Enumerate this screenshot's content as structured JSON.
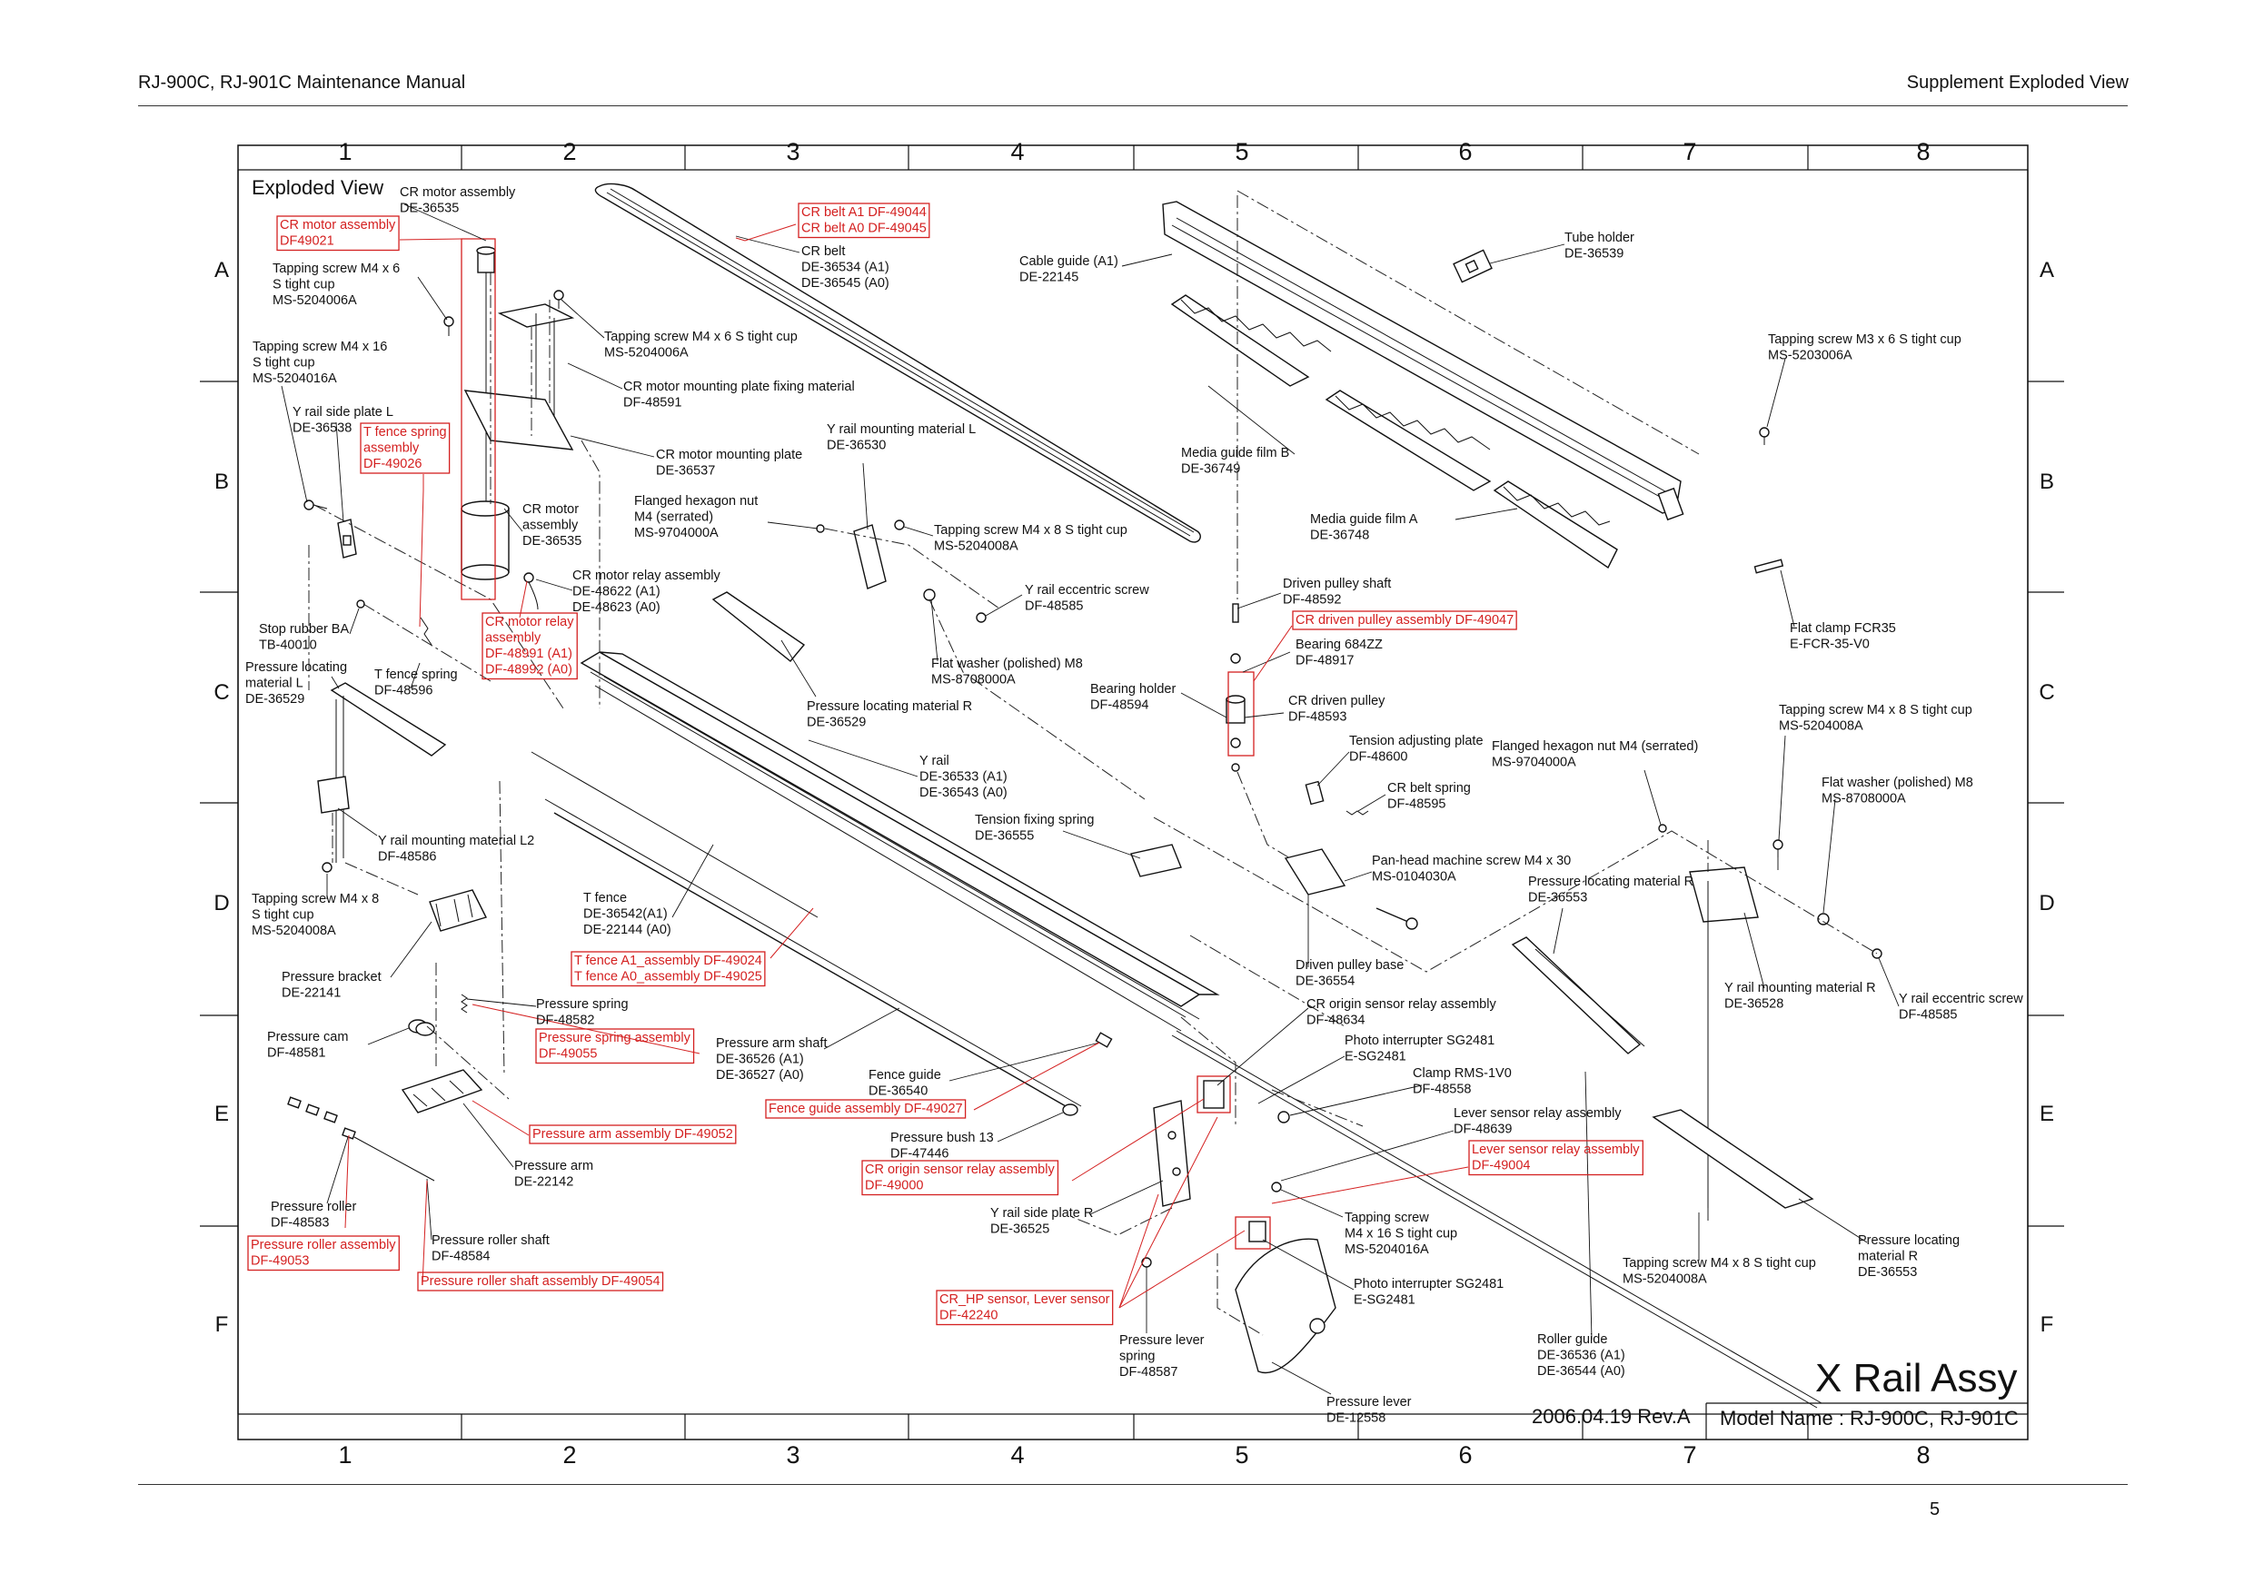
{
  "header": {
    "left": "RJ-900C, RJ-901C Maintenance Manual",
    "right": "Supplement    Exploded View"
  },
  "page_number": "5",
  "grid": {
    "columns": [
      "1",
      "2",
      "3",
      "4",
      "5",
      "6",
      "7",
      "8"
    ],
    "rows": [
      "A",
      "B",
      "C",
      "D",
      "E",
      "F"
    ]
  },
  "diagram": {
    "section_title": "Exploded View",
    "assembly_title": "X Rail Assy",
    "date_rev": "2006.04.19 Rev.A",
    "model_name": "Model Name : RJ-900C, RJ-901C"
  },
  "colors": {
    "highlight": "#d42020",
    "line": "#111111"
  },
  "labels": [
    {
      "id": "cr-motor-assembly-top",
      "lines": [
        "CR motor assembly",
        "DE-36535"
      ]
    },
    {
      "id": "tapping-m4x6-a",
      "lines": [
        "Tapping screw M4 x 6",
        "S tight cup",
        "MS-5204006A"
      ]
    },
    {
      "id": "tapping-m4x16-a",
      "lines": [
        "Tapping screw M4 x 16",
        "S tight cup",
        "MS-5204016A"
      ]
    },
    {
      "id": "y-rail-side-plate-l",
      "lines": [
        "Y rail side plate L",
        "DE-36538"
      ]
    },
    {
      "id": "tapping-m4x6-b",
      "lines": [
        "Tapping screw M4 x 6 S tight cup",
        "MS-5204006A"
      ]
    },
    {
      "id": "cr-belt",
      "lines": [
        "CR belt",
        "DE-36534 (A1)",
        "DE-36545 (A0)"
      ]
    },
    {
      "id": "cr-motor-fixing",
      "lines": [
        "CR motor mounting plate fixing material",
        "DF-48591"
      ]
    },
    {
      "id": "cr-motor-plate",
      "lines": [
        "CR motor mounting plate",
        "DE-36537"
      ]
    },
    {
      "id": "cr-motor-assembly-mid",
      "lines": [
        "CR motor",
        "assembly",
        "DE-36535"
      ]
    },
    {
      "id": "cr-motor-relay",
      "lines": [
        "CR motor relay assembly",
        "DE-48622 (A1)",
        "DE-48623 (A0)"
      ]
    },
    {
      "id": "stop-rubber",
      "lines": [
        "Stop rubber BA",
        "TB-40010"
      ]
    },
    {
      "id": "pressure-locating-l",
      "lines": [
        "Pressure locating",
        "material L",
        "DE-36529"
      ]
    },
    {
      "id": "t-fence-spring",
      "lines": [
        "T fence spring",
        "DF-48596"
      ]
    },
    {
      "id": "y-rail-mounting-l2",
      "lines": [
        "Y rail mounting material L2",
        "DF-48586"
      ]
    },
    {
      "id": "tapping-m4x8-a",
      "lines": [
        "Tapping screw M4 x 8",
        "S tight cup",
        "MS-5204008A"
      ]
    },
    {
      "id": "pressure-bracket",
      "lines": [
        "Pressure bracket",
        "DE-22141"
      ]
    },
    {
      "id": "pressure-spring",
      "lines": [
        "Pressure spring",
        "DF-48582"
      ]
    },
    {
      "id": "pressure-cam",
      "lines": [
        "Pressure cam",
        "DF-48581"
      ]
    },
    {
      "id": "pressure-arm",
      "lines": [
        "Pressure arm",
        "DE-22142"
      ]
    },
    {
      "id": "pressure-roller",
      "lines": [
        "Pressure roller",
        "DF-48583"
      ]
    },
    {
      "id": "pressure-roller-shaft",
      "lines": [
        "Pressure roller shaft",
        "DF-48584"
      ]
    },
    {
      "id": "t-fence",
      "lines": [
        "T fence",
        "DE-36542(A1)",
        "DE-22144 (A0)"
      ]
    },
    {
      "id": "y-rail-mounting-l",
      "lines": [
        "Y rail mounting material L",
        "DE-36530"
      ]
    },
    {
      "id": "flanged-nut-a",
      "lines": [
        "Flanged hexagon nut",
        "M4 (serrated)",
        "MS-9704000A"
      ]
    },
    {
      "id": "tapping-m4x8-b",
      "lines": [
        "Tapping screw M4 x 8 S tight cup",
        "MS-5204008A"
      ]
    },
    {
      "id": "y-rail-eccentric-a",
      "lines": [
        "Y rail eccentric screw",
        "DF-48585"
      ]
    },
    {
      "id": "flat-washer-a",
      "lines": [
        "Flat washer (polished) M8",
        "MS-8708000A"
      ]
    },
    {
      "id": "pressure-locating-r-a",
      "lines": [
        "Pressure locating material R",
        "DE-36529"
      ]
    },
    {
      "id": "y-rail",
      "lines": [
        "Y rail",
        "DE-36533 (A1)",
        "DE-36543 (A0)"
      ]
    },
    {
      "id": "tension-fixing-spring",
      "lines": [
        "Tension fixing spring",
        "DE-36555"
      ]
    },
    {
      "id": "pressure-arm-shaft",
      "lines": [
        "Pressure arm shaft",
        "DE-36526 (A1)",
        "DE-36527 (A0)"
      ]
    },
    {
      "id": "fence-guide",
      "lines": [
        "Fence guide",
        "DE-36540"
      ]
    },
    {
      "id": "pressure-bush",
      "lines": [
        "Pressure bush 13",
        "DF-47446"
      ]
    },
    {
      "id": "y-rail-side-plate-r",
      "lines": [
        "Y rail side plate R",
        "DE-36525"
      ]
    },
    {
      "id": "pressure-lever-spring",
      "lines": [
        "Pressure lever",
        "spring",
        "DF-48587"
      ]
    },
    {
      "id": "pressure-lever",
      "lines": [
        "Pressure lever",
        "DE-12558"
      ]
    },
    {
      "id": "cable-guide",
      "lines": [
        "Cable guide (A1)",
        "DE-22145"
      ]
    },
    {
      "id": "media-guide-b",
      "lines": [
        "Media guide film B",
        "DE-36749"
      ]
    },
    {
      "id": "media-guide-a",
      "lines": [
        "Media guide film A",
        "DE-36748"
      ]
    },
    {
      "id": "driven-pulley-shaft",
      "lines": [
        "Driven pulley shaft",
        "DF-48592"
      ]
    },
    {
      "id": "bearing",
      "lines": [
        "Bearing 684ZZ",
        "DF-48917"
      ]
    },
    {
      "id": "bearing-holder",
      "lines": [
        "Bearing holder",
        "DF-48594"
      ]
    },
    {
      "id": "cr-driven-pulley",
      "lines": [
        "CR driven pulley",
        "DF-48593"
      ]
    },
    {
      "id": "tension-adjusting-plate",
      "lines": [
        "Tension adjusting plate",
        "DF-48600"
      ]
    },
    {
      "id": "cr-belt-spring",
      "lines": [
        "CR belt spring",
        "DF-48595"
      ]
    },
    {
      "id": "pan-head-screw",
      "lines": [
        "Pan-head machine screw M4 x 30",
        "MS-0104030A"
      ]
    },
    {
      "id": "driven-pulley-base",
      "lines": [
        "Driven pulley base",
        "DE-36554"
      ]
    },
    {
      "id": "cr-origin-relay",
      "lines": [
        "CR origin sensor relay assembly",
        "DF-48634"
      ]
    },
    {
      "id": "photo-interrupter-a",
      "lines": [
        "Photo interrupter SG2481",
        "E-SG2481"
      ]
    },
    {
      "id": "clamp",
      "lines": [
        "Clamp RMS-1V0",
        "DF-48558"
      ]
    },
    {
      "id": "lever-sensor-relay",
      "lines": [
        "Lever sensor relay assembly",
        "DF-48639"
      ]
    },
    {
      "id": "tapping-m4x16-b",
      "lines": [
        "Tapping screw",
        "M4 x 16 S tight cup",
        "MS-5204016A"
      ]
    },
    {
      "id": "photo-interrupter-b",
      "lines": [
        "Photo interrupter SG2481",
        "E-SG2481"
      ]
    },
    {
      "id": "roller-guide",
      "lines": [
        "Roller guide",
        "DE-36536 (A1)",
        "DE-36544 (A0)"
      ]
    },
    {
      "id": "tube-holder",
      "lines": [
        "Tube holder",
        "DE-36539"
      ]
    },
    {
      "id": "tapping-m3x6",
      "lines": [
        "Tapping screw M3 x 6 S tight cup",
        "MS-5203006A"
      ]
    },
    {
      "id": "flat-clamp",
      "lines": [
        "Flat clamp FCR35",
        "E-FCR-35-V0"
      ]
    },
    {
      "id": "tapping-m4x8-c",
      "lines": [
        "Tapping screw M4 x 8 S tight cup",
        "MS-5204008A"
      ]
    },
    {
      "id": "flanged-nut-b",
      "lines": [
        "Flanged hexagon nut M4 (serrated)",
        "MS-9704000A"
      ]
    },
    {
      "id": "flat-washer-b",
      "lines": [
        "Flat washer (polished) M8",
        "MS-8708000A"
      ]
    },
    {
      "id": "pressure-locating-r-b",
      "lines": [
        "Pressure locating material R",
        "DE-36553"
      ]
    },
    {
      "id": "y-rail-mounting-r",
      "lines": [
        "Y rail mounting material R",
        "DE-36528"
      ]
    },
    {
      "id": "y-rail-eccentric-b",
      "lines": [
        "Y rail eccentric screw",
        "DF-48585"
      ]
    },
    {
      "id": "pressure-locating-r-c",
      "lines": [
        "Pressure locating",
        "material R",
        "DE-36553"
      ]
    },
    {
      "id": "tapping-m4x8-d",
      "lines": [
        "Tapping screw M4 x 8 S tight cup",
        "MS-5204008A"
      ]
    }
  ],
  "red_labels": [
    {
      "id": "red-cr-motor",
      "lines": [
        "CR motor assembly",
        "DF49021"
      ]
    },
    {
      "id": "red-cr-belt",
      "lines": [
        "CR belt A1    DF-49044",
        "CR belt A0    DF-49045"
      ]
    },
    {
      "id": "red-t-fence-spring",
      "lines": [
        "T fence spring",
        "assembly",
        "DF-49026"
      ]
    },
    {
      "id": "red-cr-motor-relay",
      "lines": [
        "CR motor relay",
        "assembly",
        "DF-48991 (A1)",
        "DF-48992 (A0)"
      ]
    },
    {
      "id": "red-t-fence",
      "lines": [
        "T fence A1_assembly DF-49024",
        "T fence A0_assembly DF-49025"
      ]
    },
    {
      "id": "red-pressure-spring",
      "lines": [
        "Pressure spring assembly",
        "DF-49055"
      ]
    },
    {
      "id": "red-pressure-arm",
      "lines": [
        "Pressure arm assembly  DF-49052"
      ]
    },
    {
      "id": "red-pressure-roller",
      "lines": [
        "Pressure roller assembly",
        "DF-49053"
      ]
    },
    {
      "id": "red-pressure-roller-shaft",
      "lines": [
        "Pressure roller shaft assembly  DF-49054"
      ]
    },
    {
      "id": "red-fence-guide",
      "lines": [
        "Fence guide assembly  DF-49027"
      ]
    },
    {
      "id": "red-cr-origin",
      "lines": [
        "CR origin sensor relay assembly",
        "DF-49000"
      ]
    },
    {
      "id": "red-cr-hp",
      "lines": [
        "CR_HP sensor, Lever sensor",
        "DF-42240"
      ]
    },
    {
      "id": "red-cr-driven-pulley",
      "lines": [
        "CR driven pulley assembly   DF-49047"
      ]
    },
    {
      "id": "red-lever-sensor",
      "lines": [
        "Lever sensor relay assembly",
        "DF-49004"
      ]
    }
  ]
}
